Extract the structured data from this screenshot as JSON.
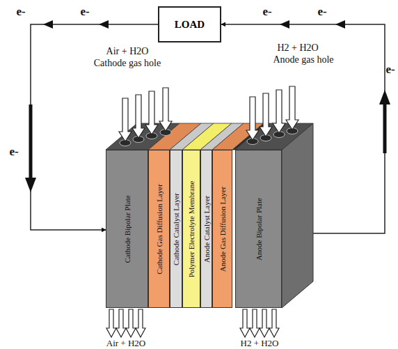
{
  "diagram": {
    "nodes": [
      {
        "text": [
          "LOAD"
        ]
      },
      {
        "text": [
          "Cathode Bipolar Plate"
        ]
      },
      {
        "text": [
          "Cathode Gas Diffusion Layer"
        ]
      },
      {
        "text": [
          "Cathode Catalyst Layer"
        ]
      },
      {
        "text": [
          "Polymer Electrolyte Membrane"
        ]
      },
      {
        "text": [
          "Anode Catalyst Layer"
        ]
      },
      {
        "text": [
          "Anode Gas Diffusion Layer"
        ]
      },
      {
        "text": [
          "Anode Bipolar Plate"
        ]
      }
    ],
    "edges": [
      {
        "from": 7,
        "to": 0,
        "arrow": "to"
      },
      {
        "from": 0,
        "to": 1,
        "arrow": "to"
      }
    ],
    "labels": [
      "e-",
      "e-",
      "e-",
      "e-",
      "e-",
      "e-",
      "Air + H2O",
      "Cathode gas hole",
      "H2 + H2O",
      "Anode gas hole",
      "Air + H2O",
      "H2 + H2O"
    ]
  }
}
